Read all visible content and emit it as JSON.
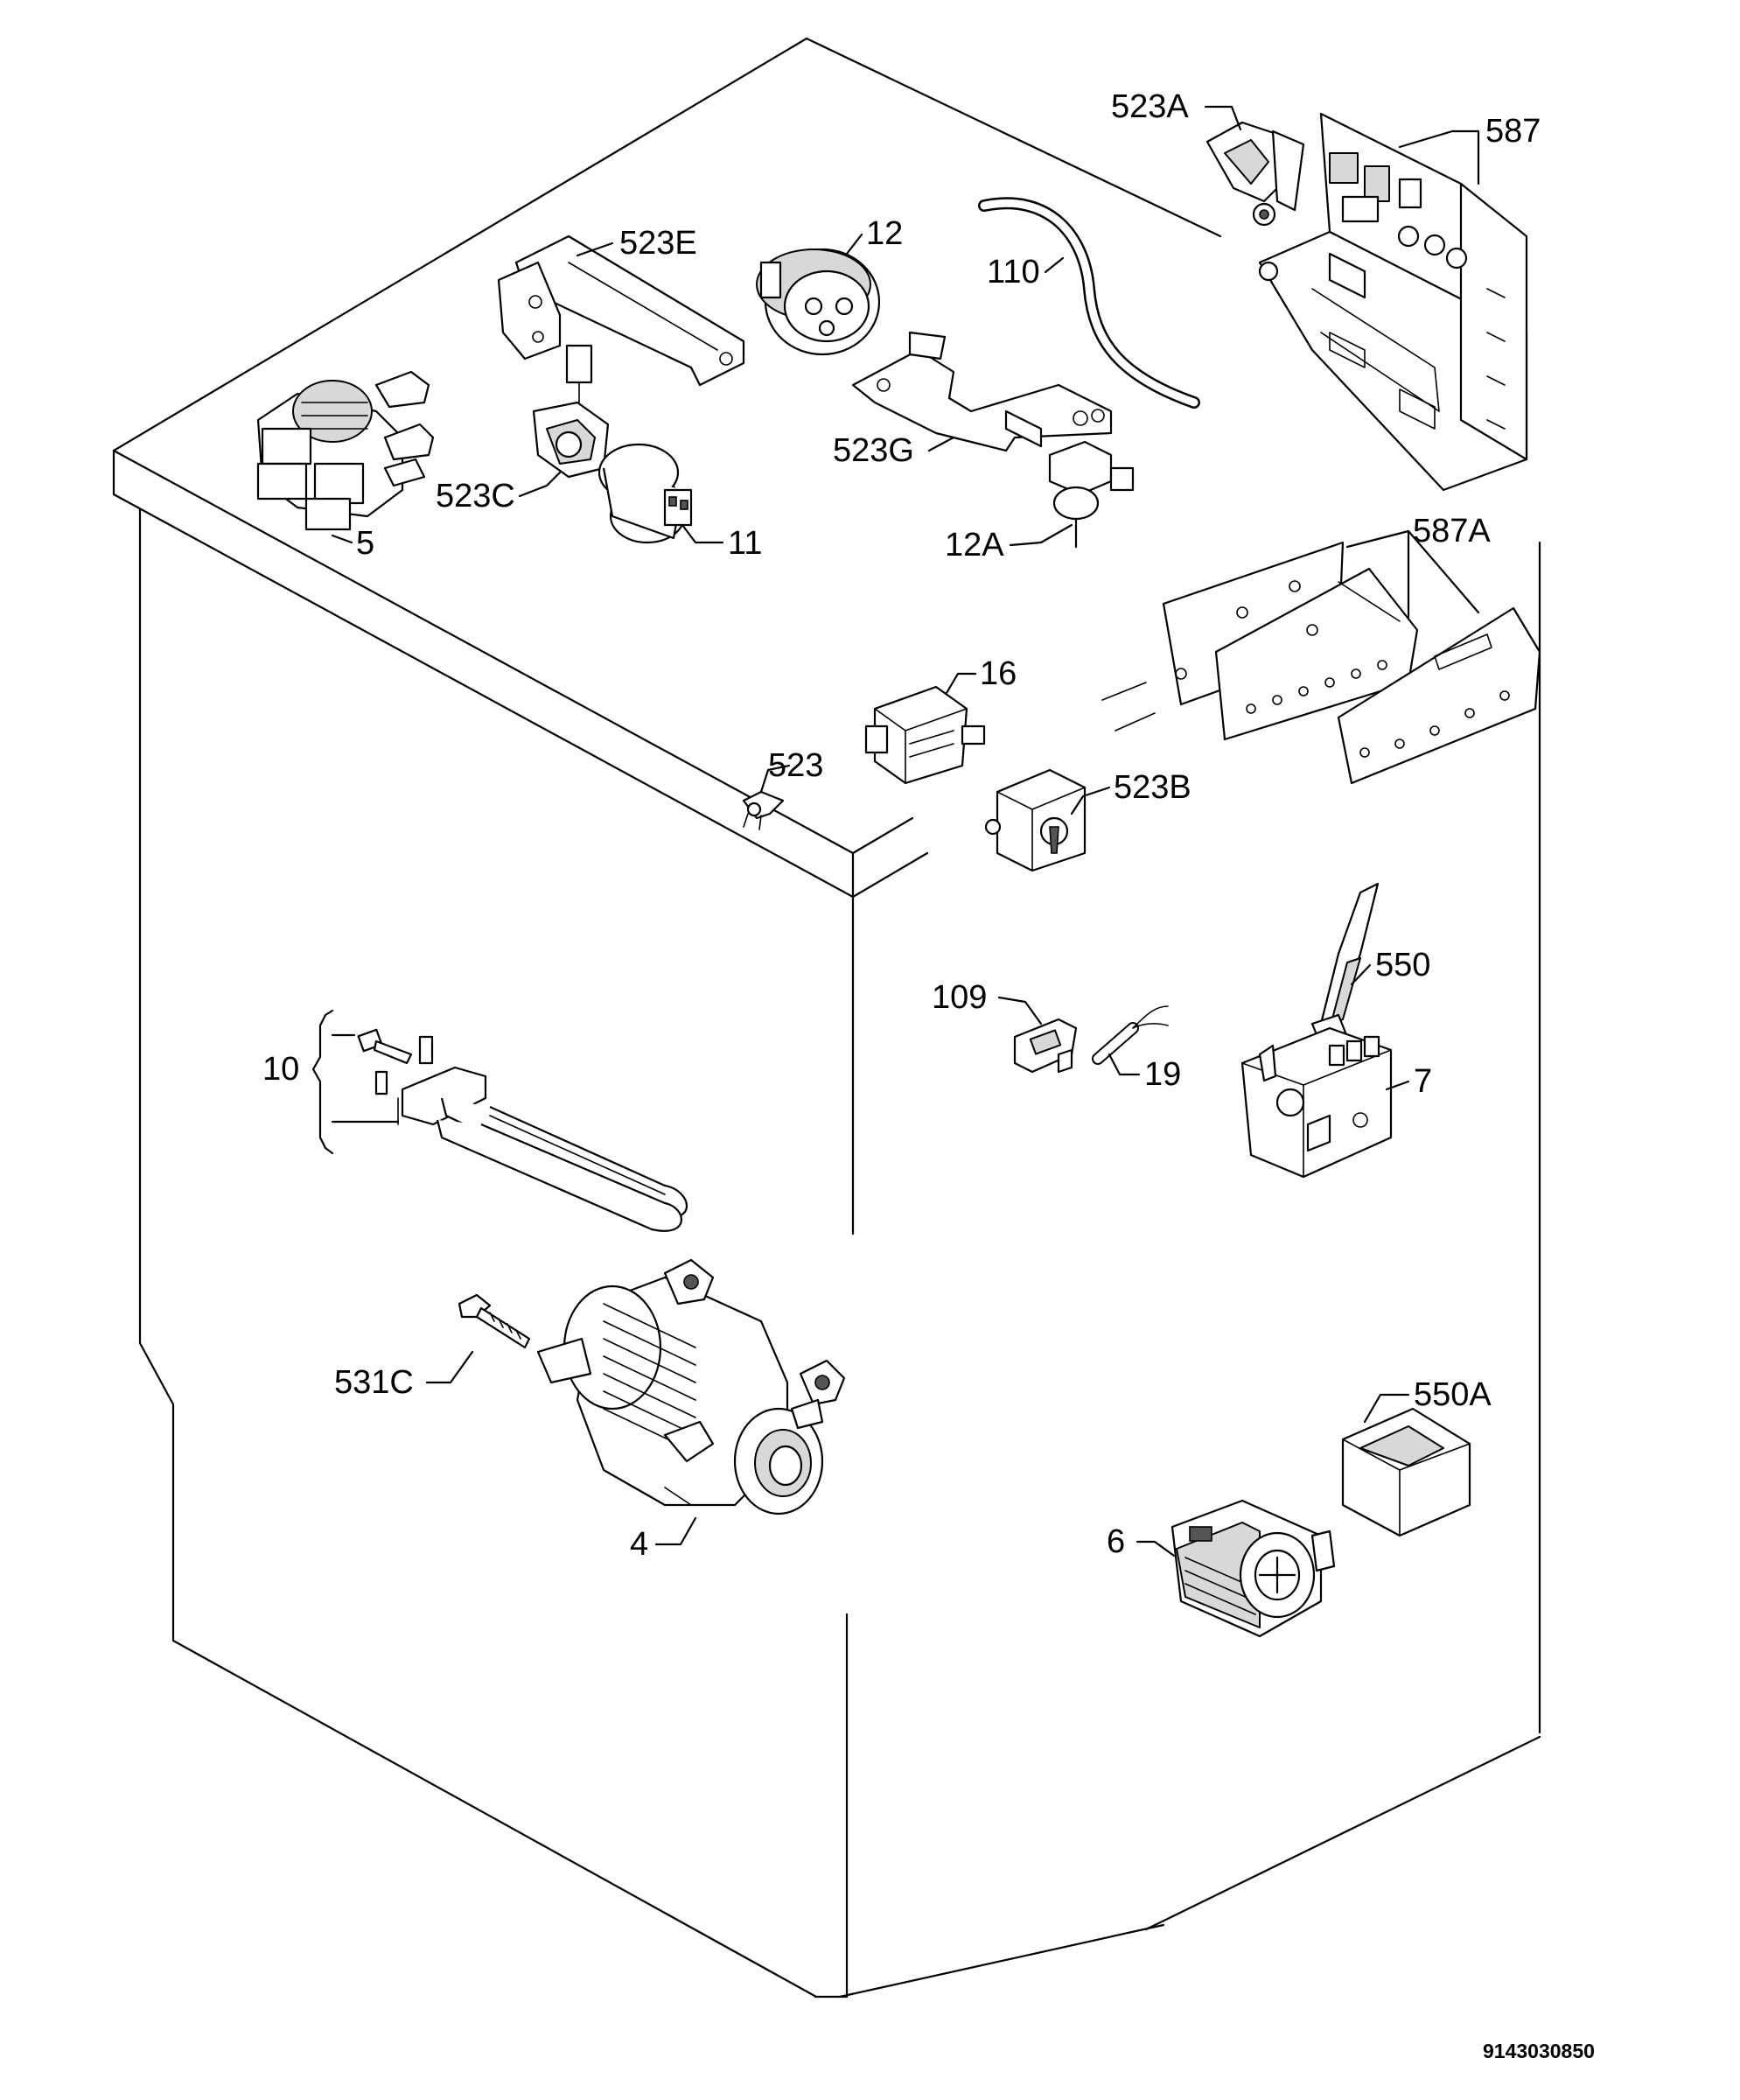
{
  "labels": {
    "l523A": "523A",
    "l587": "587",
    "l523E": "523E",
    "l12": "12",
    "l110": "110",
    "l523G": "523G",
    "l523C": "523C",
    "l5": "5",
    "l11": "11",
    "l12A": "12A",
    "l587A": "587A",
    "l16": "16",
    "l523": "523",
    "l523B": "523B",
    "l550": "550",
    "l109": "109",
    "l19": "19",
    "l7": "7",
    "l10": "10",
    "l531C": "531C",
    "l550A": "550A",
    "l4": "4",
    "l6": "6"
  },
  "document_id": "9143030850"
}
